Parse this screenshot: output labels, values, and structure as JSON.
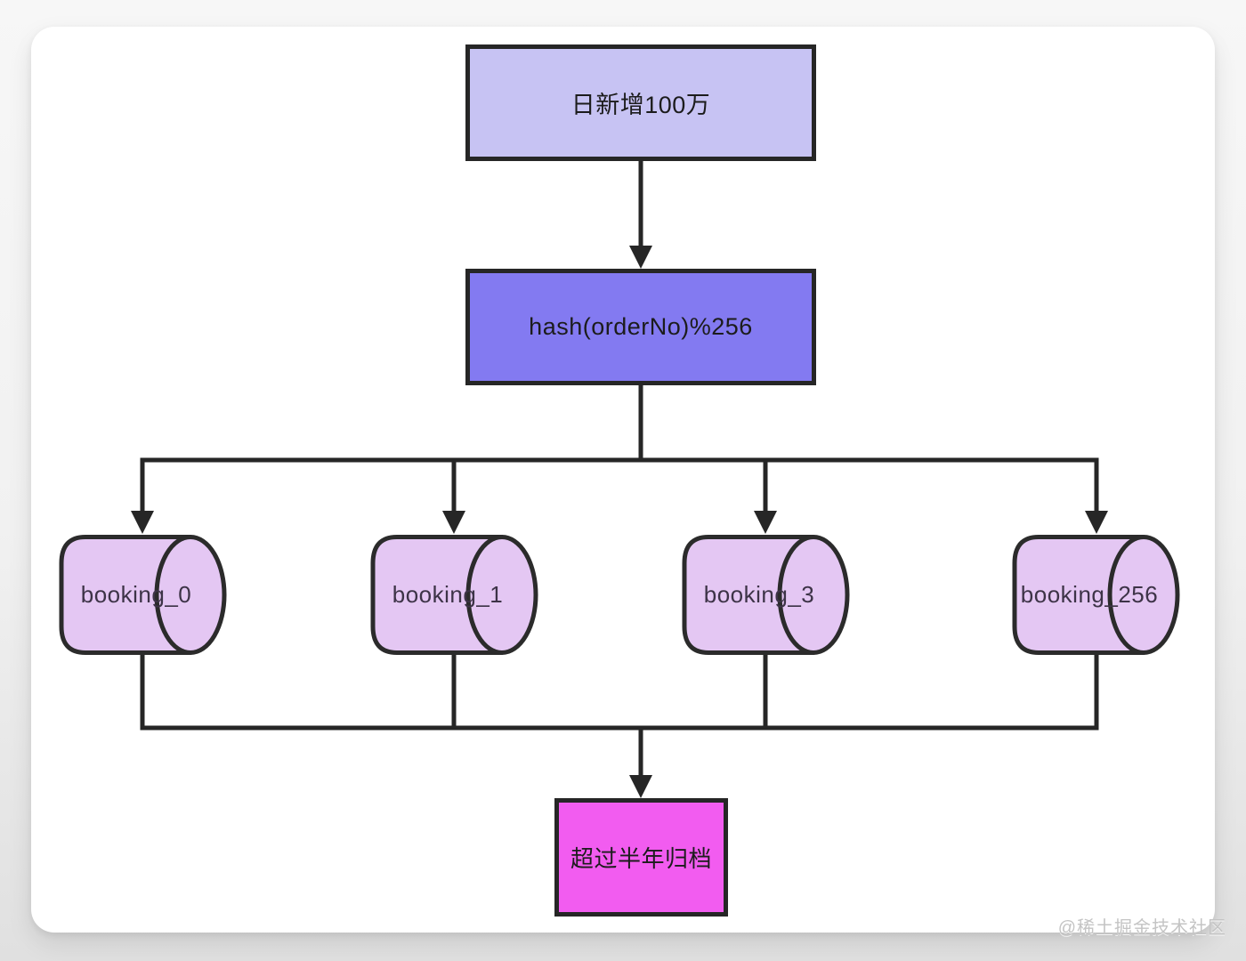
{
  "diagram": {
    "nodes": {
      "daily": {
        "label": "日新增100万"
      },
      "hash": {
        "label": "hash(orderNo)%256"
      },
      "archive": {
        "label": "超过半年归档"
      }
    },
    "databases": [
      {
        "label": "booking_0"
      },
      {
        "label": "booking_1"
      },
      {
        "label": "booking_3"
      },
      {
        "label": "booking_256"
      }
    ],
    "colors": {
      "daily_fill": "#c7c3f3",
      "hash_fill": "#837af1",
      "db_fill": "#e4c7f3",
      "archive_fill": "#f25cf0",
      "stroke": "#262626",
      "card_bg": "#ffffff"
    }
  },
  "watermark": {
    "text": "@稀土掘金技术社区"
  }
}
